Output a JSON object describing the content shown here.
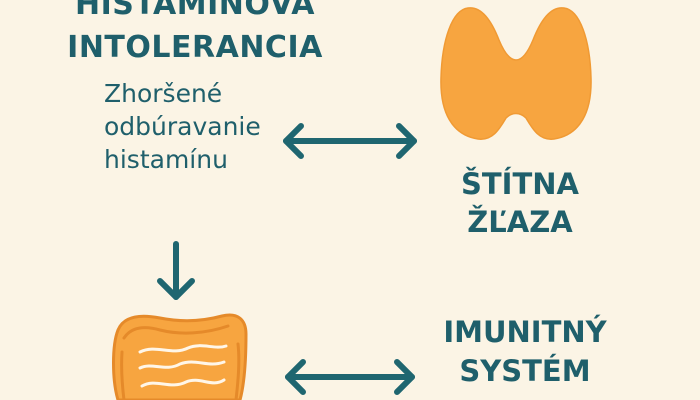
{
  "histamine": {
    "title_line_1": "HISTAMÍNOVÁ",
    "title_line_2": "INTOLERANCIA",
    "subtitle_lines": [
      "Zhoršené",
      "odbúravanie",
      "histamínu"
    ]
  },
  "thyroid": {
    "label_line_1": "ŠTÍTNA",
    "label_line_2": "ŽĽAZA",
    "icon": "thyroid-icon"
  },
  "immune": {
    "label_line_1": "IMUNITNÝ",
    "label_line_2": "SYSTÉM"
  },
  "intestine": {
    "icon": "intestine-icon"
  },
  "colors": {
    "background": "#fbf4e5",
    "text": "#1f5f6b",
    "arrow": "#1f6670",
    "organ_fill": "#f7a540",
    "organ_stroke": "#e58a2a",
    "organ_light": "#fbc46a"
  }
}
